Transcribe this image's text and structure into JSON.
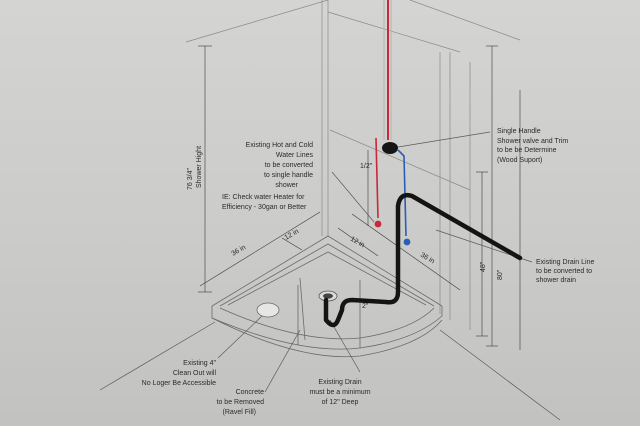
{
  "labels": {
    "water_lines": [
      "Existing Hot and Cold",
      "Water Lines",
      "to be converted",
      "to single handle",
      "shower"
    ],
    "water_heater": [
      "IE: Check water Heater for",
      "Efficiency - 30gan or Better"
    ],
    "valve": [
      "Single Handle",
      "Shower valve and Trim",
      "to be be Determine",
      "(Wood Suport)"
    ],
    "drain_line": [
      "Existing Drain Line",
      "to be converted to",
      "shower drain"
    ],
    "cleanout": [
      "Existing 4\"",
      "Clean Out will",
      "No Loger Be Accessible"
    ],
    "concrete": [
      "Concrete",
      "to be Removed",
      "(Ravel Fill)"
    ],
    "existing_drain": [
      "Existing Drain",
      "must be a minimum",
      "of 12\" Deep"
    ]
  },
  "dimensions": {
    "shower_height": "76 3/4\"",
    "shower_height_label": "Shower Hight",
    "width_left": "36 in",
    "depth_left": "12 in",
    "depth_right": "12 in",
    "width_right": "36 in",
    "half": "1/2\"",
    "two_in": "2\"",
    "h48": "48\"",
    "h80": "80\""
  },
  "colors": {
    "hot": "#c8283c",
    "cold": "#2a5db8",
    "pipe": "#141414"
  }
}
